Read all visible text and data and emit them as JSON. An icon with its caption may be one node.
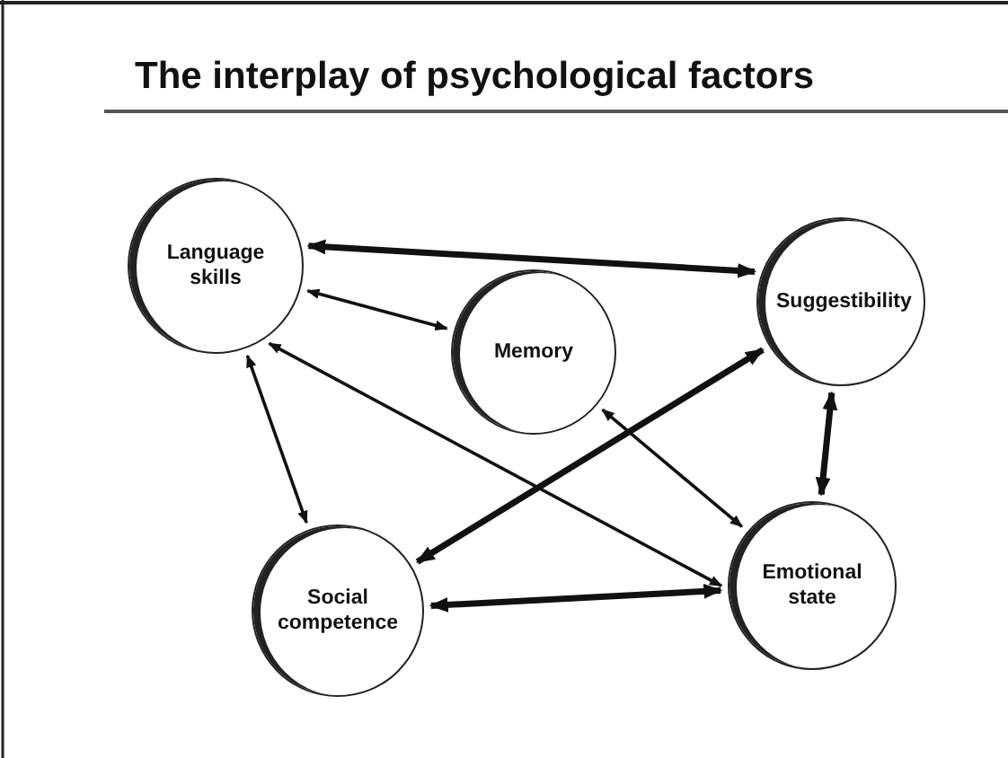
{
  "diagram": {
    "title": "The interplay of psychological factors",
    "nodes": [
      {
        "text": [
          "Language skills"
        ]
      },
      {
        "text": [
          "Memory"
        ]
      },
      {
        "text": [
          "Suggestibility"
        ]
      },
      {
        "text": [
          "Social competence"
        ]
      },
      {
        "text": [
          "Emotional state"
        ]
      }
    ],
    "edges": [
      {
        "from": 0,
        "to": 2,
        "arrow": "both",
        "style": "thick"
      },
      {
        "from": 0,
        "to": 1,
        "arrow": "both"
      },
      {
        "from": 0,
        "to": 3,
        "arrow": "both"
      },
      {
        "from": 0,
        "to": 4,
        "arrow": "both"
      },
      {
        "from": 1,
        "to": 4,
        "arrow": "both"
      },
      {
        "from": 3,
        "to": 2,
        "arrow": "both",
        "style": "thick"
      },
      {
        "from": 2,
        "to": 4,
        "arrow": "both",
        "style": "thick"
      },
      {
        "from": 3,
        "to": 4,
        "arrow": "both",
        "style": "thick"
      }
    ]
  }
}
